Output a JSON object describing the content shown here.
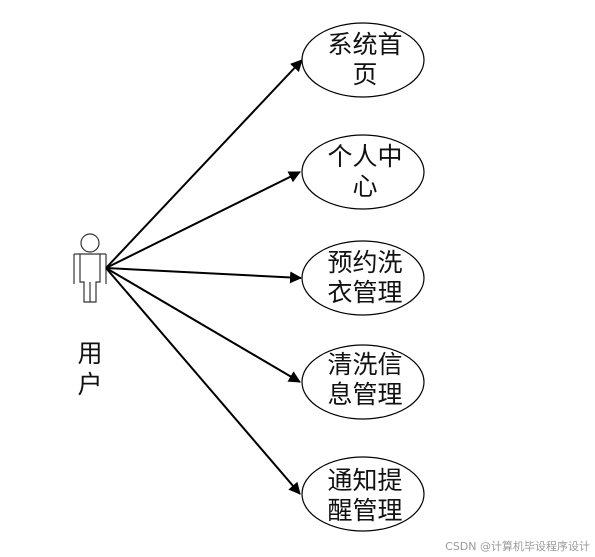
{
  "actor": {
    "label_lines": [
      "用",
      "户"
    ]
  },
  "use_cases": [
    {
      "id": "home",
      "lines": [
        "系统首",
        "页"
      ]
    },
    {
      "id": "personal-center",
      "lines": [
        "个人中",
        "心"
      ]
    },
    {
      "id": "laundry-booking",
      "lines": [
        "预约洗",
        "衣管理"
      ]
    },
    {
      "id": "cleaning-info",
      "lines": [
        "清洗信",
        "息管理"
      ]
    },
    {
      "id": "notification",
      "lines": [
        "通知提",
        "醒管理"
      ]
    }
  ],
  "watermark": "CSDN @计算机毕设程序设计",
  "colors": {
    "stroke": "#000000",
    "actor_stroke": "#333333",
    "background": "#ffffff"
  }
}
